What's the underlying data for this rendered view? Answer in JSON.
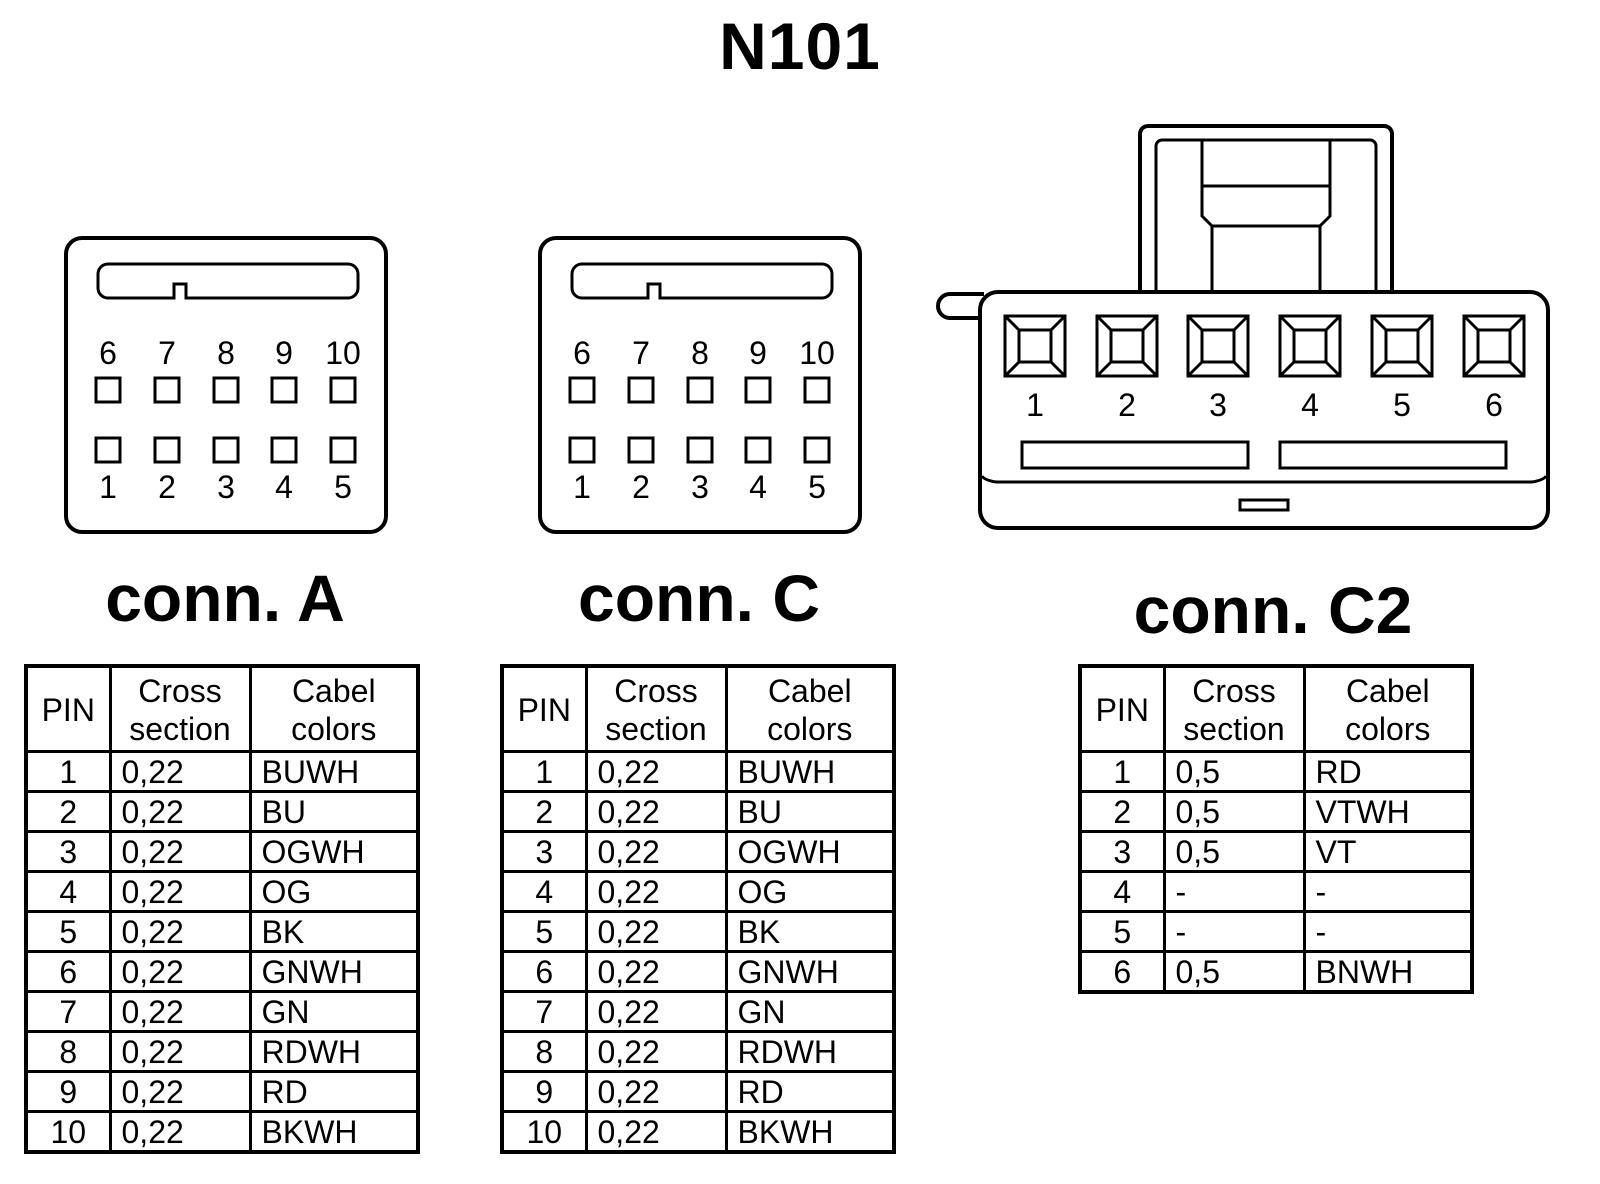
{
  "title": "N101",
  "headers": {
    "pin": "PIN",
    "cross": "Cross section",
    "colors": "Cabel colors"
  },
  "connectors": {
    "A": {
      "label": "conn. A",
      "top_pins": [
        "6",
        "7",
        "8",
        "9",
        "10"
      ],
      "bottom_pins": [
        "1",
        "2",
        "3",
        "4",
        "5"
      ],
      "rows": [
        {
          "pin": "1",
          "cs": "0,22",
          "color": "BUWH"
        },
        {
          "pin": "2",
          "cs": "0,22",
          "color": "BU"
        },
        {
          "pin": "3",
          "cs": "0,22",
          "color": "OGWH"
        },
        {
          "pin": "4",
          "cs": "0,22",
          "color": "OG"
        },
        {
          "pin": "5",
          "cs": "0,22",
          "color": "BK"
        },
        {
          "pin": "6",
          "cs": "0,22",
          "color": "GNWH"
        },
        {
          "pin": "7",
          "cs": "0,22",
          "color": "GN"
        },
        {
          "pin": "8",
          "cs": "0,22",
          "color": "RDWH"
        },
        {
          "pin": "9",
          "cs": "0,22",
          "color": "RD"
        },
        {
          "pin": "10",
          "cs": "0,22",
          "color": "BKWH"
        }
      ]
    },
    "C": {
      "label": "conn. C",
      "top_pins": [
        "6",
        "7",
        "8",
        "9",
        "10"
      ],
      "bottom_pins": [
        "1",
        "2",
        "3",
        "4",
        "5"
      ],
      "rows": [
        {
          "pin": "1",
          "cs": "0,22",
          "color": "BUWH"
        },
        {
          "pin": "2",
          "cs": "0,22",
          "color": "BU"
        },
        {
          "pin": "3",
          "cs": "0,22",
          "color": "OGWH"
        },
        {
          "pin": "4",
          "cs": "0,22",
          "color": "OG"
        },
        {
          "pin": "5",
          "cs": "0,22",
          "color": "BK"
        },
        {
          "pin": "6",
          "cs": "0,22",
          "color": "GNWH"
        },
        {
          "pin": "7",
          "cs": "0,22",
          "color": "GN"
        },
        {
          "pin": "8",
          "cs": "0,22",
          "color": "RDWH"
        },
        {
          "pin": "9",
          "cs": "0,22",
          "color": "RD"
        },
        {
          "pin": "10",
          "cs": "0,22",
          "color": "BKWH"
        }
      ]
    },
    "C2": {
      "label": "conn. C2",
      "pins": [
        "1",
        "2",
        "3",
        "4",
        "5",
        "6"
      ],
      "rows": [
        {
          "pin": "1",
          "cs": "0,5",
          "color": "RD"
        },
        {
          "pin": "2",
          "cs": "0,5",
          "color": "VTWH"
        },
        {
          "pin": "3",
          "cs": "0,5",
          "color": "VT"
        },
        {
          "pin": "4",
          "cs": "-",
          "color": "-"
        },
        {
          "pin": "5",
          "cs": "-",
          "color": "-"
        },
        {
          "pin": "6",
          "cs": "0,5",
          "color": "BNWH"
        }
      ]
    }
  }
}
